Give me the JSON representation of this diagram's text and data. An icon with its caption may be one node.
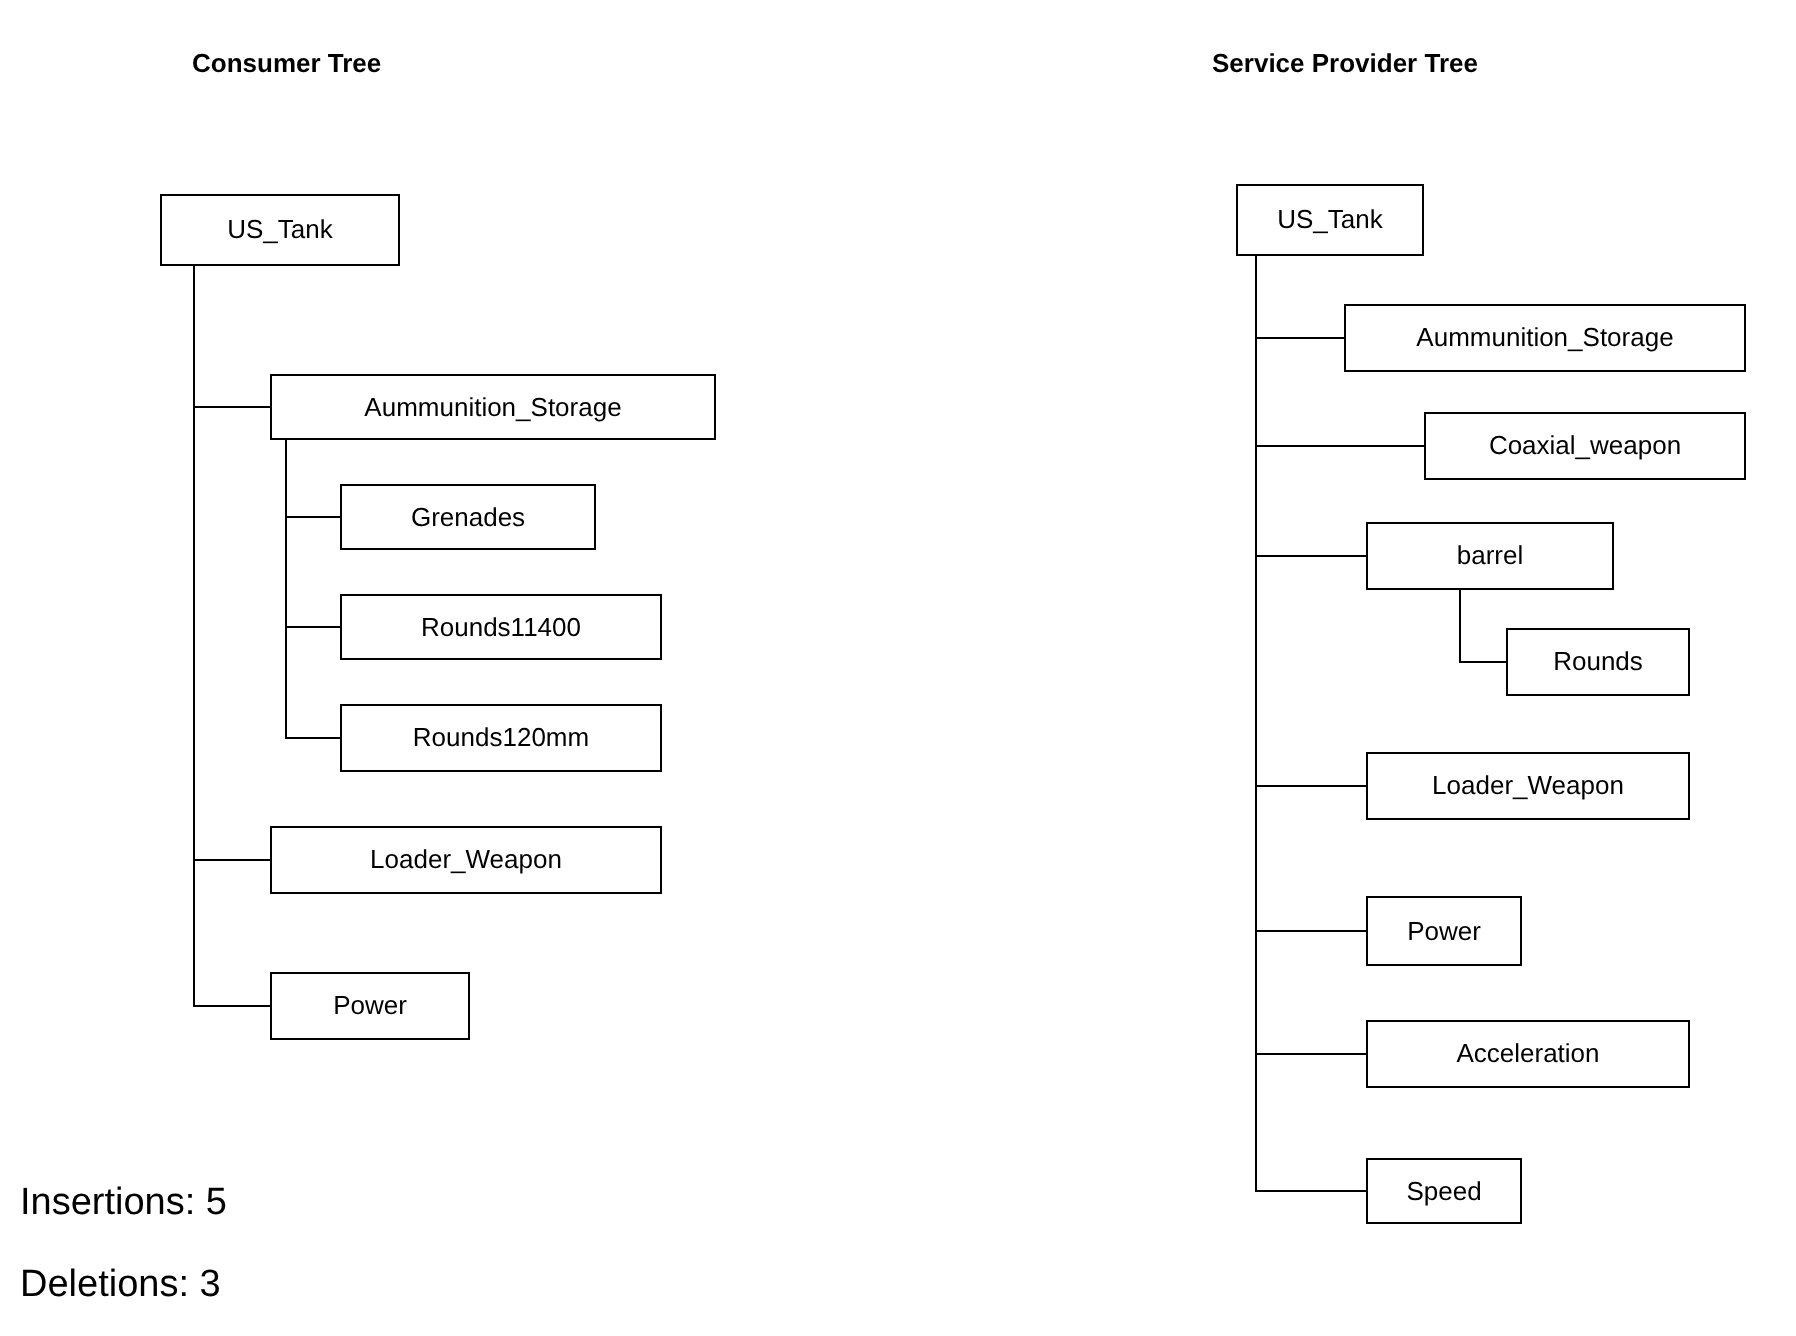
{
  "diagram": {
    "nodes": [
      {
        "text": [
          "US_Tank"
        ]
      },
      {
        "text": [
          "Aummunition_Storage"
        ]
      },
      {
        "text": [
          "Grenades"
        ]
      },
      {
        "text": [
          "Rounds11400"
        ]
      },
      {
        "text": [
          "Rounds120mm"
        ]
      },
      {
        "text": [
          "Loader_Weapon"
        ]
      },
      {
        "text": [
          "Power"
        ]
      },
      {
        "text": [
          "US_Tank"
        ]
      },
      {
        "text": [
          "Aummunition_Storage"
        ]
      },
      {
        "text": [
          "Coaxial_weapon"
        ]
      },
      {
        "text": [
          "barrel"
        ]
      },
      {
        "text": [
          "Rounds"
        ]
      },
      {
        "text": [
          "Loader_Weapon"
        ]
      },
      {
        "text": [
          "Power"
        ]
      },
      {
        "text": [
          "Acceleration"
        ]
      },
      {
        "text": [
          "Speed"
        ]
      }
    ],
    "edges": [
      {
        "from": 0,
        "to": 1,
        "arrow": "none"
      },
      {
        "from": 1,
        "to": 2,
        "arrow": "none"
      },
      {
        "from": 1,
        "to": 3,
        "arrow": "none"
      },
      {
        "from": 1,
        "to": 4,
        "arrow": "none"
      },
      {
        "from": 0,
        "to": 5,
        "arrow": "none"
      },
      {
        "from": 0,
        "to": 6,
        "arrow": "none"
      },
      {
        "from": 7,
        "to": 8,
        "arrow": "none"
      },
      {
        "from": 7,
        "to": 9,
        "arrow": "none"
      },
      {
        "from": 7,
        "to": 10,
        "arrow": "none"
      },
      {
        "from": 10,
        "to": 11,
        "arrow": "none"
      },
      {
        "from": 7,
        "to": 12,
        "arrow": "none"
      },
      {
        "from": 7,
        "to": 13,
        "arrow": "none"
      },
      {
        "from": 7,
        "to": 14,
        "arrow": "none"
      },
      {
        "from": 7,
        "to": 15,
        "arrow": "none"
      }
    ],
    "labels": [
      "Consumer Tree",
      "Service Provider Tree",
      "Insertions: 5",
      "Deletions: 3"
    ]
  }
}
